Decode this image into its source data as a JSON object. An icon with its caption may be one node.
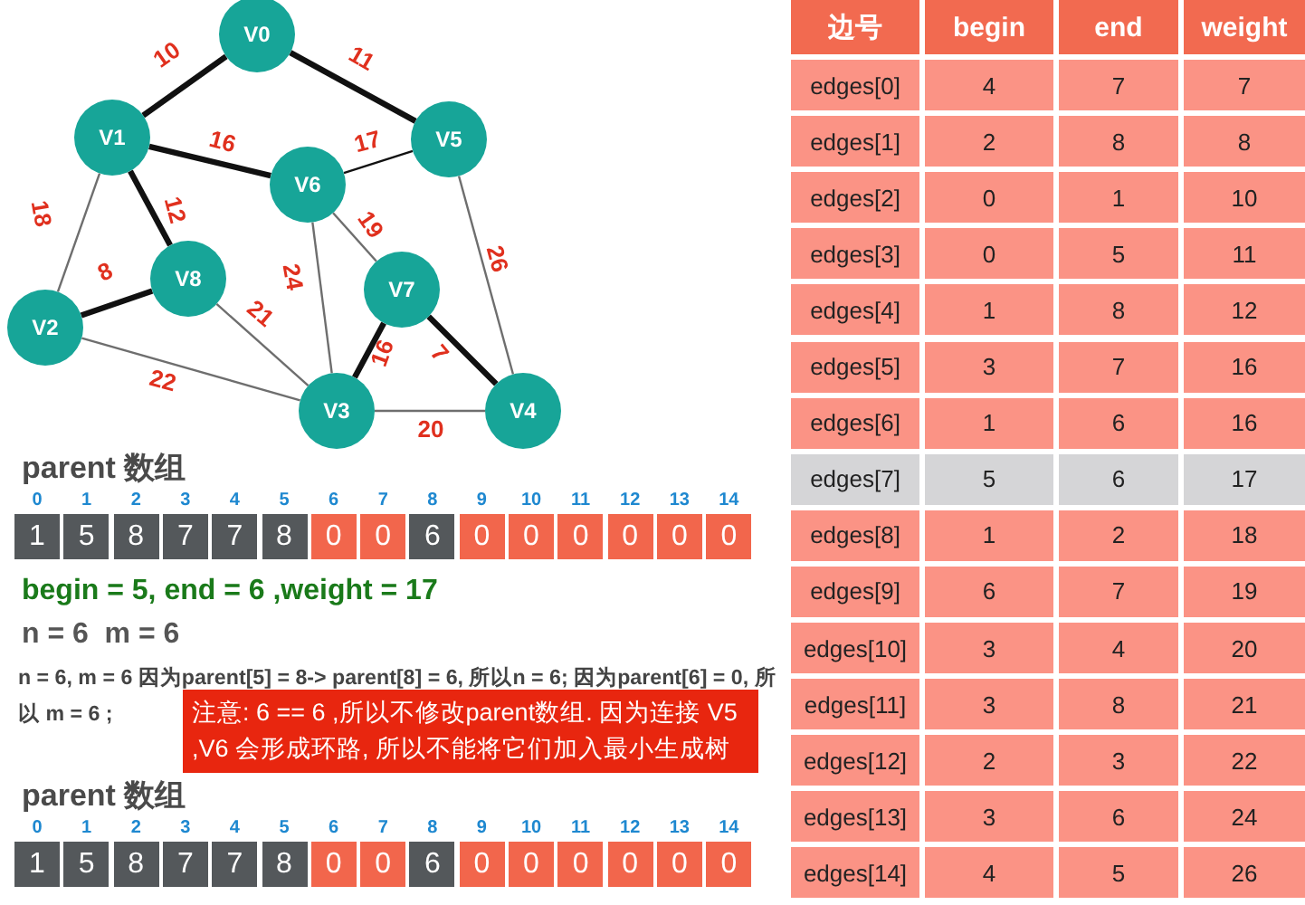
{
  "diagram": {
    "nodes": [
      {
        "text": [
          "V0"
        ]
      },
      {
        "text": [
          "V1"
        ]
      },
      {
        "text": [
          "V2"
        ]
      },
      {
        "text": [
          "V3"
        ]
      },
      {
        "text": [
          "V4"
        ]
      },
      {
        "text": [
          "V5"
        ]
      },
      {
        "text": [
          "V6"
        ]
      },
      {
        "text": [
          "V7"
        ]
      },
      {
        "text": [
          "V8"
        ]
      },
      {
        "text": [
          "注意: 6 == 6 ,所以不修改parent数组. 因为连接 V5 ,V6 会形成环路, 所以不能将它们加入最小生成树"
        ]
      }
    ],
    "edges": [
      {
        "from": 4,
        "to": 7,
        "arrow": "none",
        "label": "7",
        "style": "thick"
      },
      {
        "from": 2,
        "to": 8,
        "arrow": "none",
        "label": "8",
        "style": "thick"
      },
      {
        "from": 0,
        "to": 1,
        "arrow": "none",
        "label": "10",
        "style": "thick"
      },
      {
        "from": 0,
        "to": 5,
        "arrow": "none",
        "label": "11",
        "style": "thick"
      },
      {
        "from": 1,
        "to": 8,
        "arrow": "none",
        "label": "12",
        "style": "thick"
      },
      {
        "from": 3,
        "to": 7,
        "arrow": "none",
        "label": "16",
        "style": "thick"
      },
      {
        "from": 1,
        "to": 6,
        "arrow": "none",
        "label": "16",
        "style": "thick"
      },
      {
        "from": 5,
        "to": 6,
        "arrow": "none",
        "label": "17"
      },
      {
        "from": 1,
        "to": 2,
        "arrow": "none",
        "label": "18",
        "color": "#6e6e6e"
      },
      {
        "from": 6,
        "to": 7,
        "arrow": "none",
        "label": "19",
        "color": "#6e6e6e"
      },
      {
        "from": 3,
        "to": 4,
        "arrow": "none",
        "label": "20",
        "color": "#6e6e6e"
      },
      {
        "from": 3,
        "to": 8,
        "arrow": "none",
        "label": "21",
        "color": "#6e6e6e"
      },
      {
        "from": 2,
        "to": 3,
        "arrow": "none",
        "label": "22",
        "color": "#6e6e6e"
      },
      {
        "from": 3,
        "to": 6,
        "arrow": "none",
        "label": "24",
        "color": "#6e6e6e"
      },
      {
        "from": 4,
        "to": 5,
        "arrow": "none",
        "label": "26",
        "color": "#6e6e6e"
      }
    ],
    "labels": [
      "parent 数组",
      "0",
      "1",
      "2",
      "3",
      "4",
      "5",
      "6",
      "7",
      "8",
      "9",
      "10",
      "11",
      "12",
      "13",
      "14",
      "1",
      "5",
      "8",
      "7",
      "7",
      "8",
      "0",
      "0",
      "6",
      "0",
      "0",
      "0",
      "0",
      "0",
      "0",
      "begin = 5, end = 6 ,weight = 17",
      "n = 6  m = 6",
      "n = 6, m = 6 因为**parent[5] = 8-> parent[8] = 6,** 所以**n = 6;** 因为**parent[6] = 0,** 所以 **m = 6 ;**",
      "parent 数组",
      "0",
      "1",
      "2",
      "3",
      "4",
      "5",
      "6",
      "7",
      "8",
      "9",
      "10",
      "11",
      "12",
      "13",
      "14",
      "1",
      "5",
      "8",
      "7",
      "7",
      "8",
      "0",
      "0",
      "6",
      "0",
      "0",
      "0",
      "0",
      "0",
      "0",
      "边号",
      "begin",
      "end",
      "weight",
      "edges[0]",
      "4",
      "7",
      "7",
      "edges[1]",
      "2",
      "8",
      "8",
      "edges[2]",
      "0",
      "1",
      "10",
      "edges[3]",
      "0",
      "5",
      "11",
      "edges[4]",
      "1",
      "8",
      "12",
      "edges[5]",
      "3",
      "7",
      "16",
      "edges[6]",
      "1",
      "6",
      "16",
      "edges[7]",
      "5",
      "6",
      "17",
      "edges[8]",
      "1",
      "2",
      "18",
      "edges[9]",
      "6",
      "7",
      "19",
      "edges[10]",
      "3",
      "4",
      "20",
      "edges[11]",
      "3",
      "8",
      "21",
      "edges[12]",
      "2",
      "3",
      "22",
      "edges[13]",
      "3",
      "6",
      "24",
      "edges[14]",
      "4",
      "5",
      "26"
    ]
  }
}
